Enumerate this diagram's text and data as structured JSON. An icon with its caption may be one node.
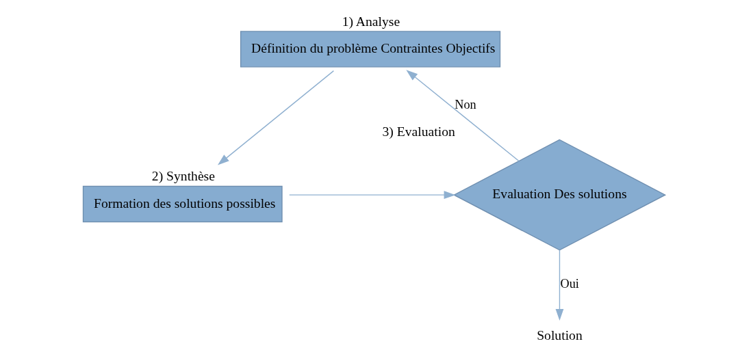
{
  "diagram": {
    "nodes": [
      {
        "text": [
          "1) Analyse",
          "Définition du problème Contraintes Objectifs"
        ]
      },
      {
        "text": [
          "2) Synthèse",
          "Formation des solutions possibles"
        ]
      },
      {
        "text": [
          "Evaluation Des solutions"
        ],
        "beside": [
          "3) Evaluation"
        ]
      },
      {
        "text": [
          "Solution"
        ]
      }
    ],
    "edges": [
      {
        "from": 0,
        "to": 1,
        "arrow": "to"
      },
      {
        "from": 1,
        "to": 2,
        "arrow": "to"
      },
      {
        "from": 2,
        "to": 0,
        "arrow": "to",
        "label": "Non"
      },
      {
        "from": 2,
        "to": 3,
        "arrow": "to",
        "label": "Oui"
      }
    ]
  }
}
